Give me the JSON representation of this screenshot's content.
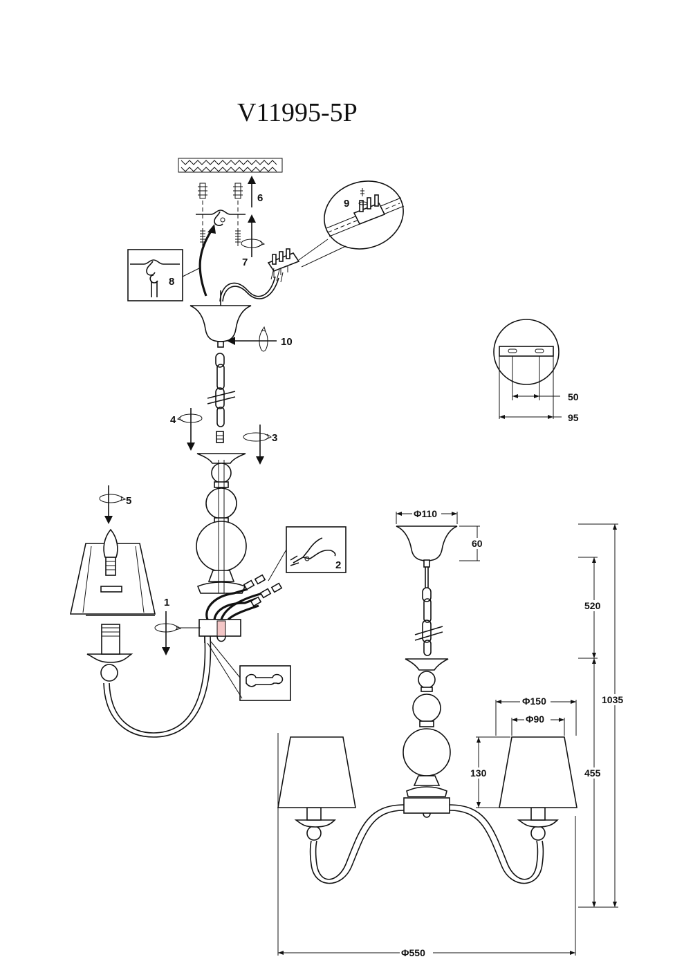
{
  "title": "V11995-5P",
  "steps": {
    "s1": "1",
    "s2": "2",
    "s3": "3",
    "s4": "4",
    "s5": "5",
    "s6": "6",
    "s7": "7",
    "s8": "8",
    "s9": "9",
    "s10": "10"
  },
  "dimensions": {
    "canopy_diameter": "Φ110",
    "canopy_height": "60",
    "chain_length": "520",
    "total_height": "1035",
    "body_height": "455",
    "shade_bottom_diameter": "Φ150",
    "shade_top_diameter": "Φ90",
    "shade_height": "130",
    "overall_diameter": "Φ550",
    "mount_hole_spacing": "50",
    "mount_plate_width": "95"
  }
}
